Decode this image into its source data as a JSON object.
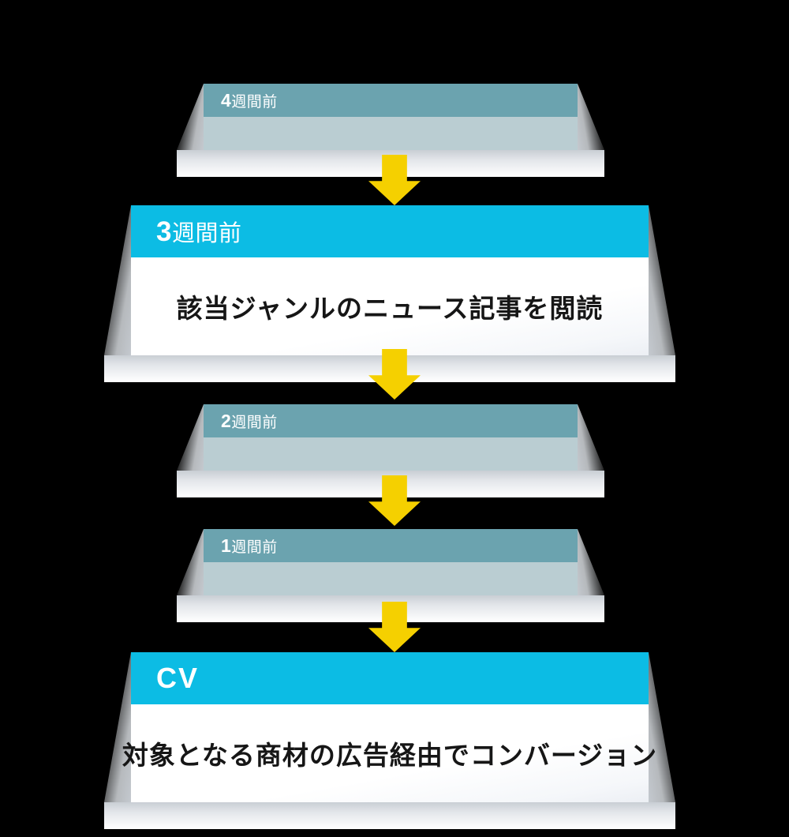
{
  "diagram": {
    "title": "",
    "colors": {
      "active_header": "#0cbce4",
      "muted_header": "#6ba3af",
      "muted_body": "#bacdd2",
      "arrow": "#f5d000",
      "active_body": "#ffffff",
      "background": "#000000",
      "shadow": "#c9ced4"
    },
    "steps": [
      {
        "id": "step-4-weeks-before",
        "state": "muted",
        "label_number": "4",
        "label_unit": "週間前",
        "body_text": ""
      },
      {
        "id": "step-3-weeks-before",
        "state": "active",
        "label_number": "3",
        "label_unit": "週間前",
        "body_text": "該当ジャンルのニュース記事を閲読"
      },
      {
        "id": "step-2-weeks-before",
        "state": "muted",
        "label_number": "2",
        "label_unit": "週間前",
        "body_text": ""
      },
      {
        "id": "step-1-week-before",
        "state": "muted",
        "label_number": "1",
        "label_unit": "週間前",
        "body_text": ""
      },
      {
        "id": "step-cv",
        "state": "active",
        "label_number": "",
        "label_unit": "CV",
        "label_latin": "CV",
        "body_text": "対象となる商材の広告経由でコンバージョン"
      }
    ],
    "connectors": [
      {
        "id": "arrow-1",
        "icon": "down-arrow-icon",
        "from": "step-4-weeks-before",
        "to": "step-3-weeks-before"
      },
      {
        "id": "arrow-2",
        "icon": "down-arrow-icon",
        "from": "step-3-weeks-before",
        "to": "step-2-weeks-before"
      },
      {
        "id": "arrow-3",
        "icon": "down-arrow-icon",
        "from": "step-2-weeks-before",
        "to": "step-1-week-before"
      },
      {
        "id": "arrow-4",
        "icon": "down-arrow-icon",
        "from": "step-1-week-before",
        "to": "step-cv"
      }
    ]
  }
}
